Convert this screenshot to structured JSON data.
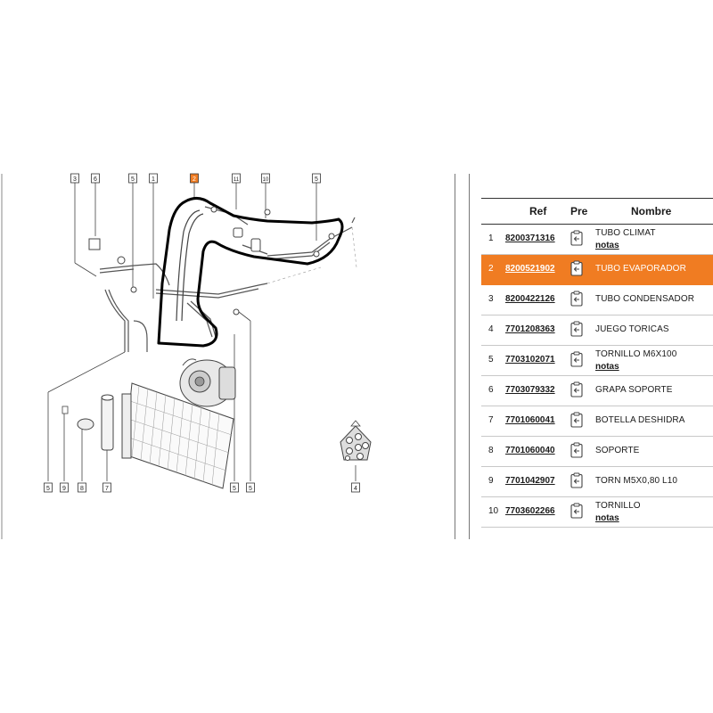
{
  "diagram": {
    "callouts_top": [
      "3",
      "6",
      "5",
      "1",
      "2",
      "11",
      "10",
      "5"
    ],
    "callouts_bottom": [
      "5",
      "9",
      "8",
      "7",
      "5",
      "5",
      "4"
    ],
    "highlight_color": "#f07c22"
  },
  "table": {
    "headers": {
      "ref": "Ref",
      "pre": "Pre",
      "name": "Nombre"
    },
    "rows": [
      {
        "num": "1",
        "ref": "8200371316",
        "name": "TUBO CLIMAT",
        "notes": "notas",
        "selected": false
      },
      {
        "num": "2",
        "ref": "8200521902",
        "name": "TUBO EVAPORADOR",
        "notes": "",
        "selected": true
      },
      {
        "num": "3",
        "ref": "8200422126",
        "name": "TUBO CONDENSADOR",
        "notes": "",
        "selected": false
      },
      {
        "num": "4",
        "ref": "7701208363",
        "name": "JUEGO TORICAS",
        "notes": "",
        "selected": false
      },
      {
        "num": "5",
        "ref": "7703102071",
        "name": "TORNILLO M6X100",
        "notes": "notas",
        "selected": false
      },
      {
        "num": "6",
        "ref": "7703079332",
        "name": "GRAPA SOPORTE",
        "notes": "",
        "selected": false
      },
      {
        "num": "7",
        "ref": "7701060041",
        "name": "BOTELLA DESHIDRA",
        "notes": "",
        "selected": false
      },
      {
        "num": "8",
        "ref": "7701060040",
        "name": "SOPORTE",
        "notes": "",
        "selected": false
      },
      {
        "num": "9",
        "ref": "7701042907",
        "name": "TORN M5X0,80 L10",
        "notes": "",
        "selected": false
      },
      {
        "num": "10",
        "ref": "7703602266",
        "name": "TORNILLO",
        "notes": "notas",
        "selected": false
      }
    ],
    "pre_icon": "clipboard-arrow-icon"
  }
}
